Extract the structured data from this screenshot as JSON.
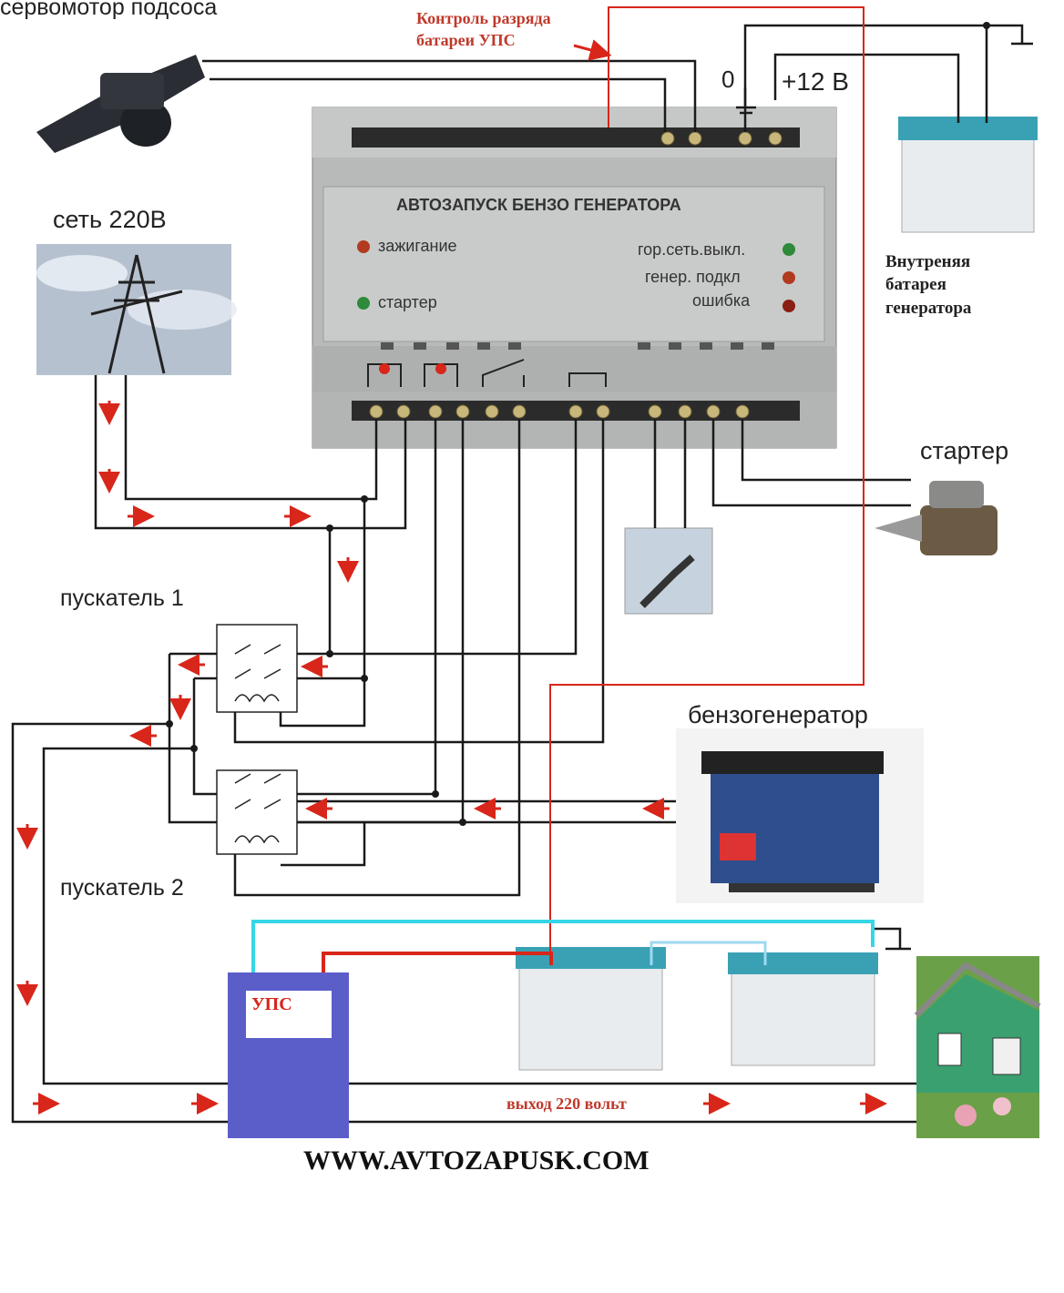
{
  "labels": {
    "servo": "сервомотор подсоса",
    "ups_control_line1": "Контроль разряда",
    "ups_control_line2": "батареи УПС",
    "zero": "0",
    "plus12": "+12 В",
    "mains": "сеть 220В",
    "internal_battery_line1": "Внутреняя",
    "internal_battery_line2": "батарея",
    "internal_battery_line3": "генератора",
    "starter": "стартер",
    "contactor1": "пускатель 1",
    "contactor2": "пускатель 2",
    "generator": "бензогенератор",
    "ups": "УПС",
    "output": "выход 220 вольт",
    "website": "WWW.AVTOZAPUSK.COM"
  },
  "controller": {
    "title": "АВТОЗАПУСК БЕНЗО ГЕНЕРАТОРА",
    "indicators": [
      {
        "label": "зажигание",
        "color": "#b23a1e"
      },
      {
        "label": "стартер",
        "color": "#2e8a3a"
      },
      {
        "label": "гор.сеть.выкл.",
        "color": "#2e8a3a"
      },
      {
        "label": "генер. подкл",
        "color": "#b23a1e"
      },
      {
        "label": "ошибка",
        "color": "#8a1e12"
      }
    ]
  },
  "colors": {
    "wire": "#1a1a1a",
    "arrow": "#d8261a",
    "ups_sense": "#d8261a",
    "cyan": "#36d6e6",
    "ups_body": "#5b5ec9"
  }
}
